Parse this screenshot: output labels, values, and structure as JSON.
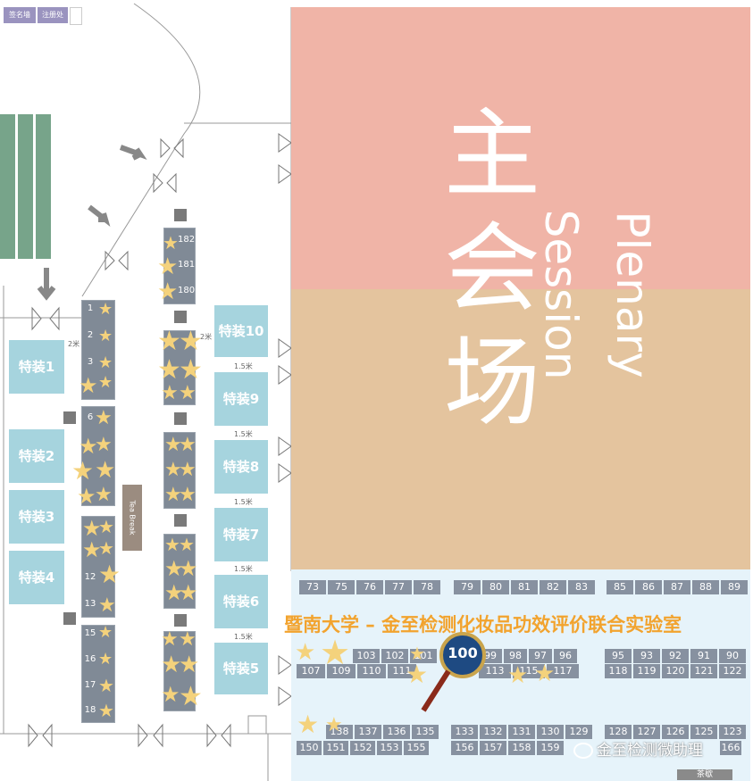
{
  "signage": {
    "sign_wall_cn": "签名墙",
    "registration_cn": "注册处"
  },
  "plenary": {
    "title_cn_1": "主",
    "title_cn_2": "会",
    "title_cn_3": "场",
    "title_en": "Plenary Session"
  },
  "special_booths": [
    {
      "label": "特装1"
    },
    {
      "label": "特装2"
    },
    {
      "label": "特装3"
    },
    {
      "label": "特装4"
    },
    {
      "label": "特装10"
    },
    {
      "label": "特装9"
    },
    {
      "label": "特装8"
    },
    {
      "label": "特装7"
    },
    {
      "label": "特装6"
    },
    {
      "label": "特装5"
    }
  ],
  "spacing_label": "1.5米",
  "spacing_label_2m": "2米",
  "tea_break": {
    "cn": "茶歇",
    "en": "Tea Break"
  },
  "left_column_numbers": [
    "1",
    "2",
    "3",
    "6",
    "12",
    "13",
    "15",
    "16",
    "17",
    "18"
  ],
  "center_column_numbers": [
    "182",
    "181",
    "180"
  ],
  "row_top_a": [
    "73",
    "75",
    "76",
    "77",
    "78"
  ],
  "row_top_b": [
    "79",
    "80",
    "81",
    "82",
    "83"
  ],
  "row_top_c": [
    "85",
    "86",
    "87",
    "88",
    "89"
  ],
  "row_mid_1a": [
    "103",
    "102",
    "101"
  ],
  "row_mid_1b": [
    "99",
    "98",
    "97",
    "96"
  ],
  "row_mid_1c": [
    "95",
    "93",
    "92",
    "91",
    "90"
  ],
  "row_mid_2a": [
    "107",
    "109",
    "110",
    "111"
  ],
  "row_mid_2b": [
    "113",
    "115",
    "117"
  ],
  "row_mid_2c": [
    "118",
    "119",
    "120",
    "121",
    "122"
  ],
  "row_bot_1a": [
    "138",
    "137",
    "136",
    "135"
  ],
  "row_bot_1b": [
    "133",
    "132",
    "131",
    "130",
    "129"
  ],
  "row_bot_1c": [
    "128",
    "127",
    "126",
    "125",
    "123"
  ],
  "row_bot_2a": [
    "150",
    "151",
    "152",
    "153",
    "155"
  ],
  "row_bot_2b": [
    "156",
    "157",
    "158",
    "159"
  ],
  "row_bot_2c": [
    "166"
  ],
  "highlight_booth": "100",
  "exhibitor_title": "暨南大学 – 金至检测化妆品功效评价联合实验室",
  "bottom_tea": "茶歇",
  "watermark": "金至检测微助理",
  "colors": {
    "plenary_top": "#f0b4a7",
    "plenary_bottom": "#e4c49e",
    "special": "#a6d4de",
    "booth": "#8791a0",
    "title": "#f2a32e",
    "star": "#f4d27c"
  }
}
